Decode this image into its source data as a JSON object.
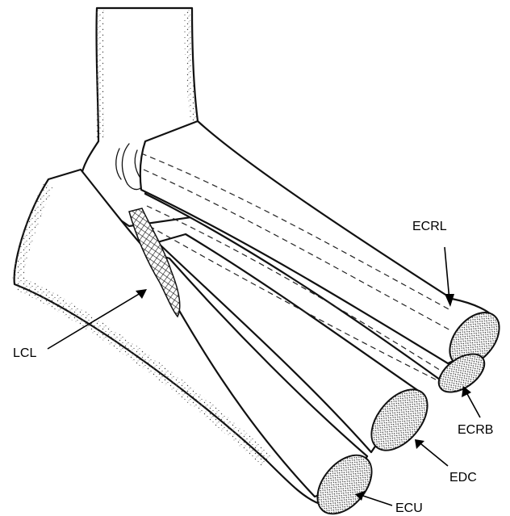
{
  "labels": {
    "ecrl": "ECRL",
    "ecrb": "ECRB",
    "edc": "EDC",
    "ecu": "ECU",
    "lcl": "LCL"
  },
  "colors": {
    "ink": "#111111",
    "paper": "#ffffff"
  }
}
